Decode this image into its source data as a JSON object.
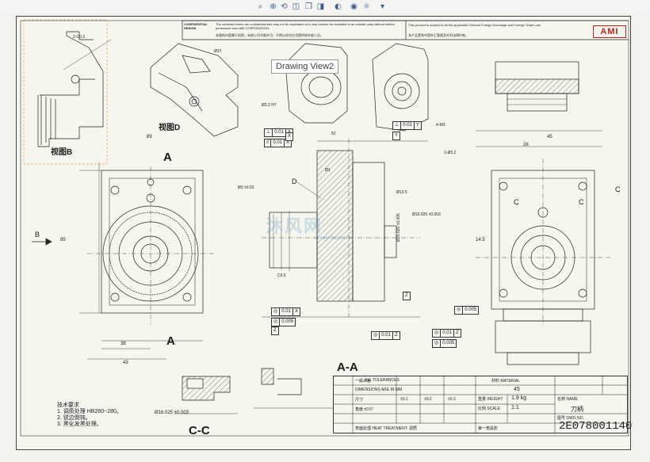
{
  "toolbar": {
    "icons": [
      "magnify-icon",
      "zoom-area-icon",
      "previous-view-icon",
      "section-view-icon",
      "view-orientation-icon",
      "display-style-icon",
      "hide-show-icon",
      "edit-appearance-icon",
      "apply-scene-icon",
      "view-settings-icon"
    ]
  },
  "tooltip": "Drawing View2",
  "confidential": {
    "heading": "CONFIDENTIAL DESIGN",
    "text_en": "The contents herein are confidential and may not be duplicated or in any manner be available to an outside party without written permission from AMI CORPORATION.",
    "text_cn": "本图纸内容属于机密，未经公司书面许可，不得以任何方式提供给外部人员。",
    "export_en": "This product is subject to all the applicable Chinese Foreign Exchange and Foreign Trade Law.",
    "export_cn": "本产品受到中国外汇管理及外贸法律约束。"
  },
  "brand": "AMI",
  "views": {
    "view_b": "视图B",
    "view_d": "视图D",
    "section_aa": "A-A",
    "section_cc": "C-C",
    "cut_a_top": "A",
    "cut_a_bottom": "A",
    "arrow_b": "B",
    "arrow_d": "D",
    "arrow_c_left": "C",
    "arrow_c_right": "C",
    "arrow_c_side": "C"
  },
  "dimensions": {
    "d1": "2-C0.3",
    "d2": "52",
    "d3": "Ø37",
    "d4": "Ø25.025 ±0.005",
    "d5": "Ø13.5",
    "d6": "Ø16.025 ±0.003",
    "d7": "Ø3.2 H7",
    "d8": "Ø3 ±0.02",
    "d9": "Ø1",
    "d10": "4-M3",
    "d11": "2-Ø3.2",
    "d12": "C0.5",
    "d13": "89",
    "d14": "95",
    "d15": "38",
    "d16": "45",
    "d17": "26",
    "d18": "43",
    "d19": "14.5"
  },
  "fcf": {
    "f1": [
      "⊥",
      "0.01",
      "X"
    ],
    "f2": [
      "//",
      "0.01",
      "X"
    ],
    "f3": [
      "⊥",
      "0.01",
      "Y"
    ],
    "f4": [
      "◎",
      "0.01",
      "X"
    ],
    "f5": [
      "◎",
      "0.005"
    ],
    "f6": [
      "◎",
      "0.01",
      "Z"
    ],
    "f7": [
      "◎",
      "0.005"
    ],
    "f8": [
      "◎",
      "0.01",
      "Z"
    ],
    "f9": [
      "◎",
      "0.005"
    ],
    "datum_x": "X",
    "datum_y": "Y",
    "datum_z": "Z",
    "datum_z2": "Z"
  },
  "notes": {
    "title": "技术要求",
    "lines": [
      "1. 调质处理 HB260~280。",
      "2. 锐边倒钝。",
      "3. 黑化发黑处理。"
    ]
  },
  "detail_label": "Ø16.025 ±0.003",
  "title_block": {
    "rows": [
      "一般公差",
      "ALL TOLERANCES",
      "DIMENSIONS ARE IN MM",
      "尺寸",
      "±0.1",
      "±0.2",
      "±0.3",
      "角度 ±0.5°"
    ],
    "material_label": "材料 MATERIAL",
    "material": "45",
    "weight_label": "重量 WEIGHT",
    "weight": "1.9 kg",
    "scale_label": "比例 SCALE",
    "scale": "1:1",
    "name_label": "名称 NAME",
    "name": "刀柄",
    "drawing_no_label": "图号 DWG NO.",
    "drawing_no": "2E078001140",
    "treatment": "表面处理 HEAT TREATMENT: 调质",
    "projection": "第一角投影"
  },
  "watermark": "沐风网",
  "watermark_url": "www.mfcad.com"
}
